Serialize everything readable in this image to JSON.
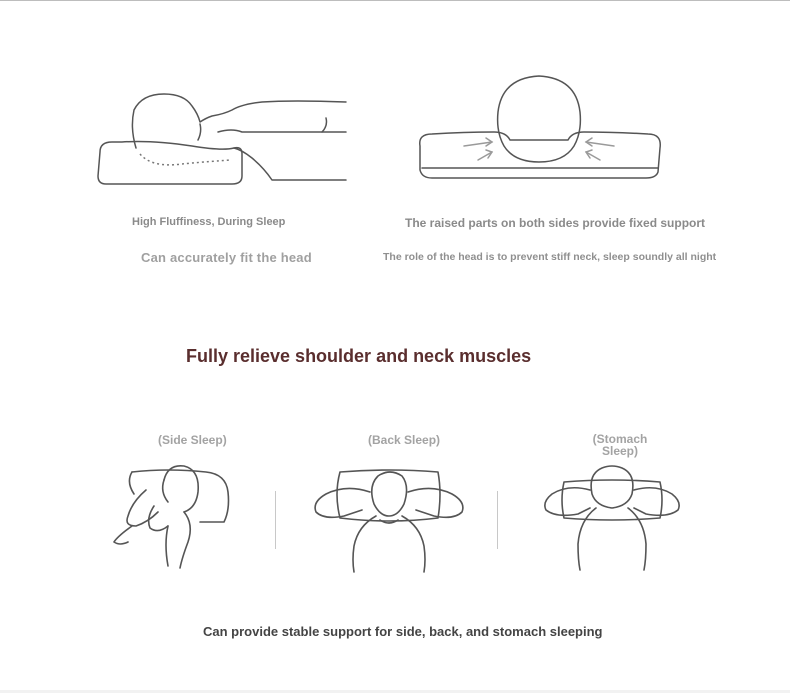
{
  "top": {
    "left_caption": "High Fluffiness, During Sleep",
    "left_subcaption": "Can accurately fit the head",
    "right_caption": "The raised parts on both sides provide fixed support",
    "right_subcaption": "The role of the head is to prevent stiff neck, sleep soundly all night"
  },
  "heading": "Fully relieve shoulder and neck muscles",
  "poses": [
    {
      "label": "(Side Sleep)"
    },
    {
      "label": "(Back Sleep)"
    },
    {
      "label": "(Stomach Sleep)"
    }
  ],
  "bottom_caption": "Can provide stable support for side, back, and stomach sleeping",
  "colors": {
    "line_art": "#555555",
    "heading": "#5a2e2e",
    "arrow": "#9a9a9a"
  }
}
